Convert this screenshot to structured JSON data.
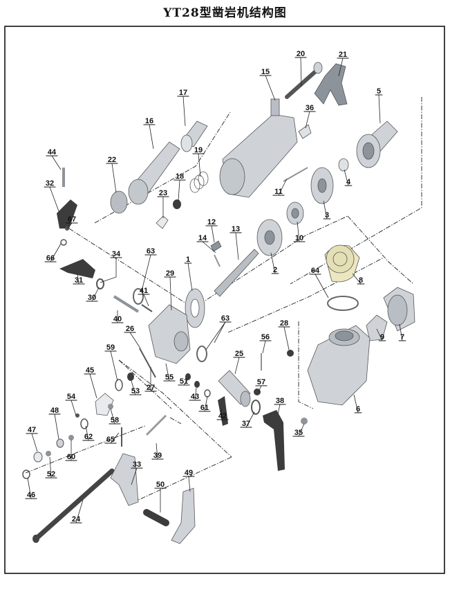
{
  "title": "YT28型凿岩机结构图",
  "colors": {
    "part_fill": "#cfd3d8",
    "part_dark": "#8d939a",
    "part_black": "#3c3c3c",
    "highlight_part": "#ece7bf",
    "border": "#111111"
  },
  "labels": [
    "1",
    "2",
    "3",
    "4",
    "5",
    "6",
    "7",
    "8",
    "9",
    "10",
    "11",
    "12",
    "13",
    "14",
    "15",
    "16",
    "17",
    "18",
    "19",
    "20",
    "21",
    "22",
    "23",
    "24",
    "25",
    "26",
    "27",
    "28",
    "29",
    "30",
    "31",
    "32",
    "33",
    "34",
    "35",
    "36",
    "37",
    "38",
    "39",
    "40",
    "41",
    "42",
    "43",
    "44",
    "45",
    "46",
    "47",
    "48",
    "49",
    "50",
    "51",
    "52",
    "53",
    "54",
    "55",
    "56",
    "57",
    "58",
    "59",
    "60",
    "61",
    "62",
    "63",
    "63",
    "64",
    "65",
    "66",
    "67"
  ]
}
